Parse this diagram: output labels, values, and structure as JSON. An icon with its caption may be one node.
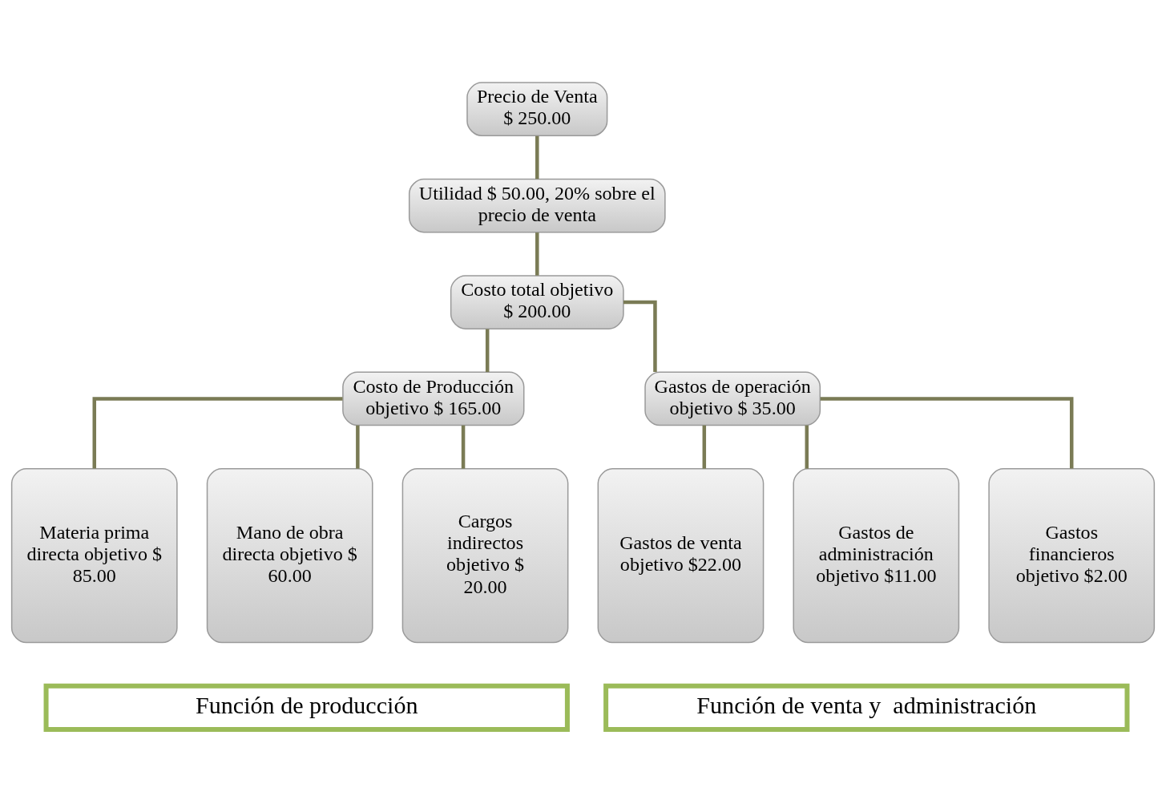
{
  "diagram": {
    "nodes": [
      {
        "text": [
          "Precio de Venta",
          "$ 250.00"
        ]
      },
      {
        "text": [
          "Utilidad $ 50.00, 20% sobre el precio de venta"
        ]
      },
      {
        "text": [
          "Costo total objetivo",
          "$ 200.00"
        ]
      },
      {
        "text": [
          "Costo de Producción objetivo $ 165.00"
        ]
      },
      {
        "text": [
          "Gastos de operación objetivo $ 35.00"
        ]
      },
      {
        "text": [
          "Materia prima directa objetivo $ 85.00"
        ]
      },
      {
        "text": [
          "Mano de obra directa objetivo $ 60.00"
        ]
      },
      {
        "text": [
          "Cargos indirectos objetivo $ 20.00"
        ]
      },
      {
        "text": [
          "Gastos de venta objetivo $22.00"
        ]
      },
      {
        "text": [
          "Gastos de administración objetivo $11.00"
        ]
      },
      {
        "text": [
          "Gastos financieros objetivo $2.00"
        ]
      },
      {
        "text": [
          "Función de producción"
        ]
      },
      {
        "text": [
          "Función de venta y  administración"
        ]
      }
    ],
    "edges": [
      {
        "from": 0,
        "to": 1,
        "arrow": "none"
      },
      {
        "from": 1,
        "to": 2,
        "arrow": "none"
      },
      {
        "from": 2,
        "to": 3,
        "arrow": "none"
      },
      {
        "from": 2,
        "to": 4,
        "arrow": "none"
      },
      {
        "from": 3,
        "to": 5,
        "arrow": "none"
      },
      {
        "from": 3,
        "to": 6,
        "arrow": "none"
      },
      {
        "from": 3,
        "to": 7,
        "arrow": "none"
      },
      {
        "from": 4,
        "to": 8,
        "arrow": "none"
      },
      {
        "from": 4,
        "to": 9,
        "arrow": "none"
      },
      {
        "from": 4,
        "to": 10,
        "arrow": "none"
      }
    ]
  }
}
